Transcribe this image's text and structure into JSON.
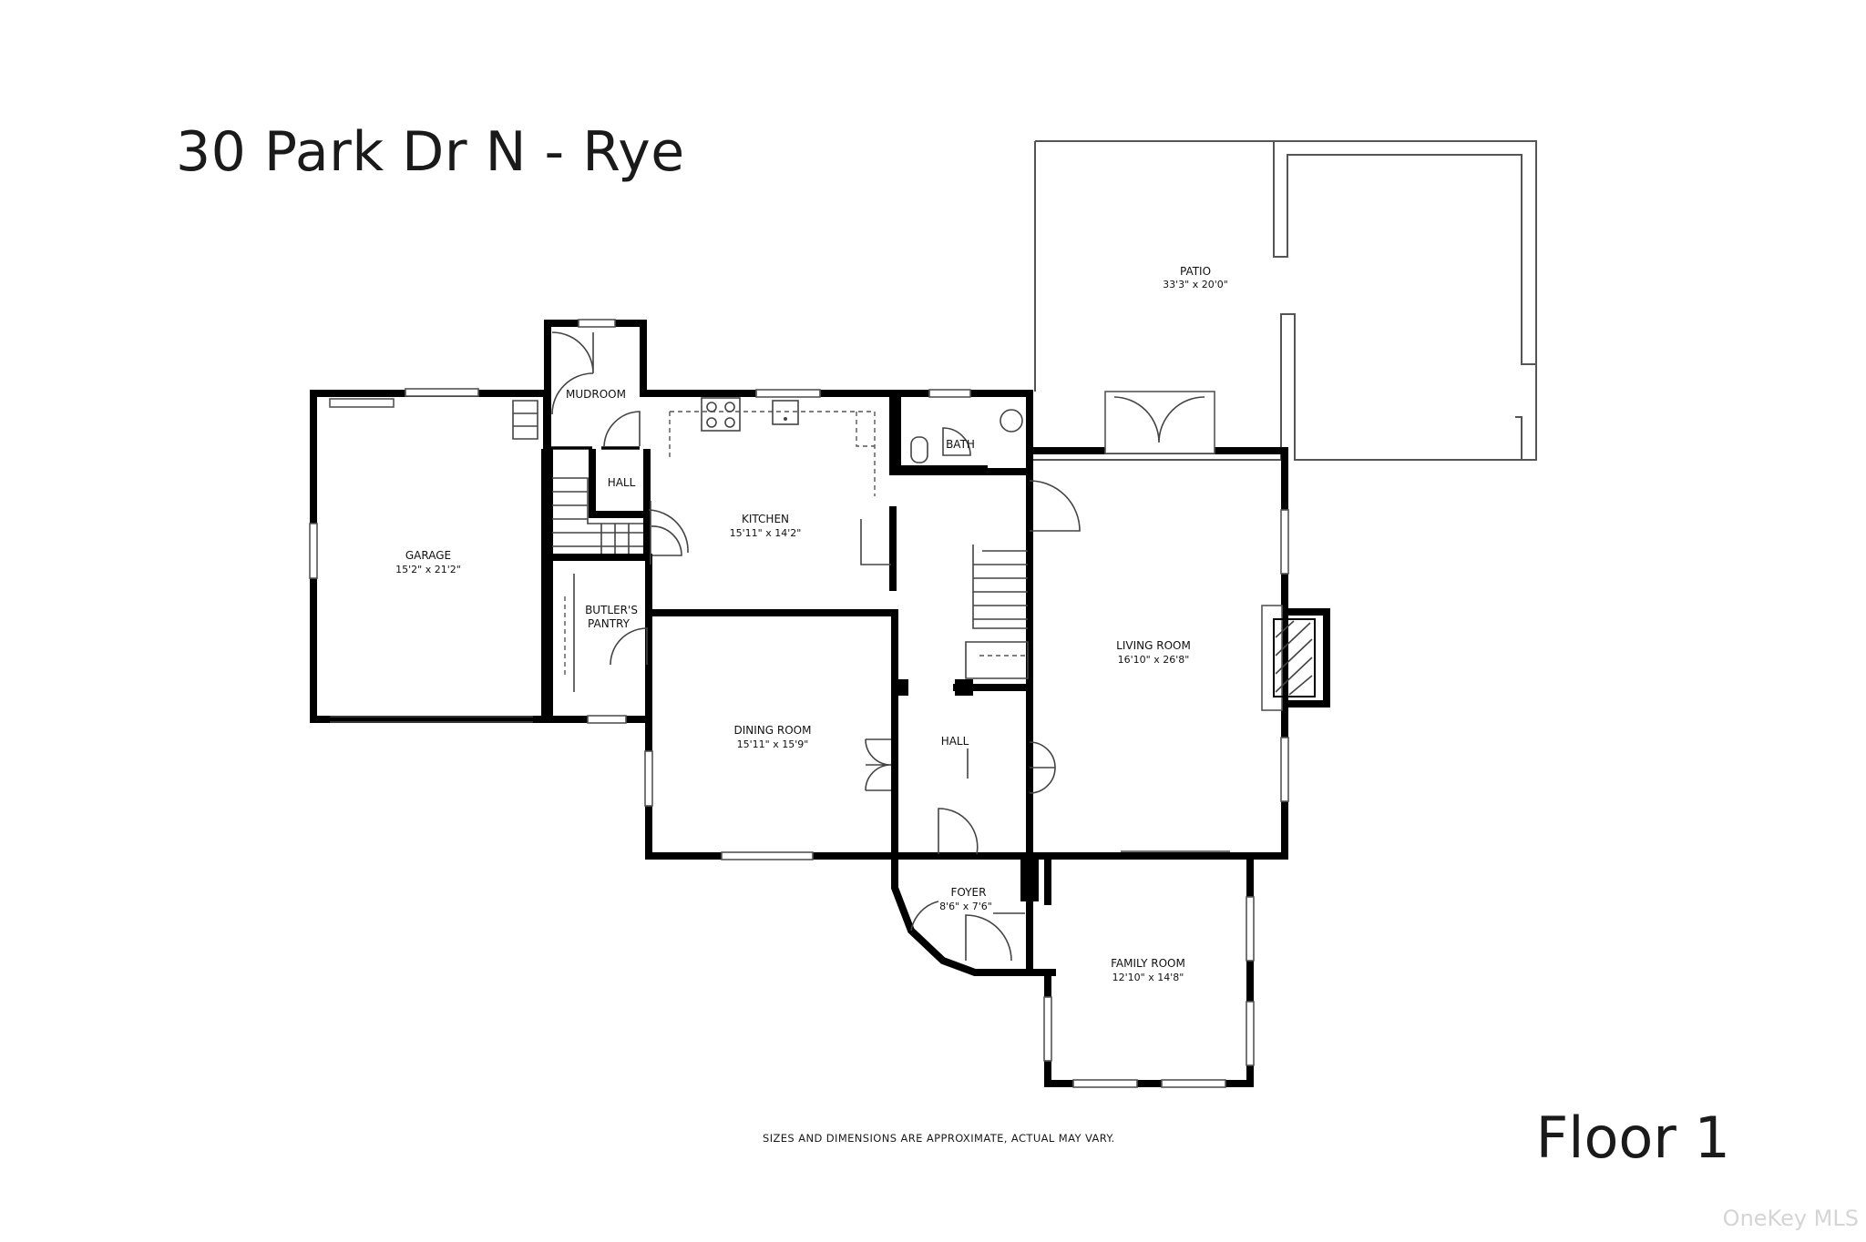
{
  "header": {
    "title": "30 Park Dr N - Rye"
  },
  "floor_label": "Floor 1",
  "disclaimer": "SIZES AND DIMENSIONS ARE APPROXIMATE, ACTUAL MAY VARY.",
  "watermark": "OneKey MLS",
  "rooms": {
    "patio": {
      "name": "PATIO",
      "dims": "33'3\" x 20'0\""
    },
    "mudroom": {
      "name": "MUDROOM"
    },
    "bath": {
      "name": "BATH"
    },
    "hall_upper": {
      "name": "HALL"
    },
    "kitchen": {
      "name": "KITCHEN",
      "dims": "15'11\" x 14'2\""
    },
    "garage": {
      "name": "GARAGE",
      "dims": "15'2\" x 21'2\""
    },
    "butlers_pantry": {
      "name_line1": "BUTLER'S",
      "name_line2": "PANTRY"
    },
    "dining_room": {
      "name": "DINING ROOM",
      "dims": "15'11\" x 15'9\""
    },
    "hall_main": {
      "name": "HALL"
    },
    "living_room": {
      "name": "LIVING ROOM",
      "dims": "16'10\" x 26'8\""
    },
    "foyer": {
      "name": "FOYER",
      "dims": "8'6\" x 7'6\""
    },
    "family_room": {
      "name": "FAMILY ROOM",
      "dims": "12'10\" x 14'8\""
    }
  }
}
